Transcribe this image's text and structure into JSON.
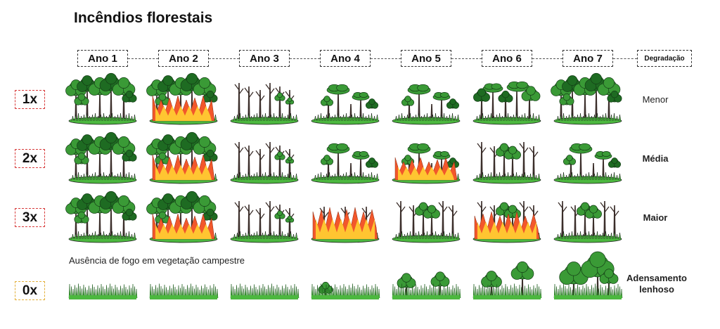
{
  "title": "Incêndios florestais",
  "years": [
    "Ano 1",
    "Ano 2",
    "Ano 3",
    "Ano 4",
    "Ano 5",
    "Ano 6",
    "Ano 7"
  ],
  "degradation_header": "Degradação",
  "rows": [
    {
      "freq": "1x",
      "result": "Menor",
      "result_bold": false,
      "cells": [
        "dense",
        "dense-fire",
        "dead",
        "regrow",
        "regrow",
        "mixed",
        "dense"
      ]
    },
    {
      "freq": "2x",
      "result": "Média",
      "result_bold": true,
      "cells": [
        "dense",
        "dense-fire",
        "dead",
        "regrow",
        "regrow-fire",
        "dead-sparse",
        "regrow"
      ]
    },
    {
      "freq": "3x",
      "result": "Maior",
      "result_bold": true,
      "cells": [
        "dense",
        "dense-fire",
        "dead",
        "fire",
        "dead-sparse",
        "dead-fire",
        "dead-sparse"
      ]
    }
  ],
  "grass_row": {
    "freq": "0x",
    "note": "Ausência de fogo em vegetação campestre",
    "result": "Adensamento lenhoso",
    "cells": [
      0,
      0,
      0,
      1,
      2,
      3,
      4
    ]
  },
  "colors": {
    "foliage": "#3a9a36",
    "foliage_dark": "#1e6b22",
    "trunk": "#3b2e2a",
    "grass": "#4cb83f",
    "fire_outer": "#f2572b",
    "fire_inner": "#ffc531",
    "freq_border": "#d73a3a",
    "zero_border": "#e3b03a"
  }
}
